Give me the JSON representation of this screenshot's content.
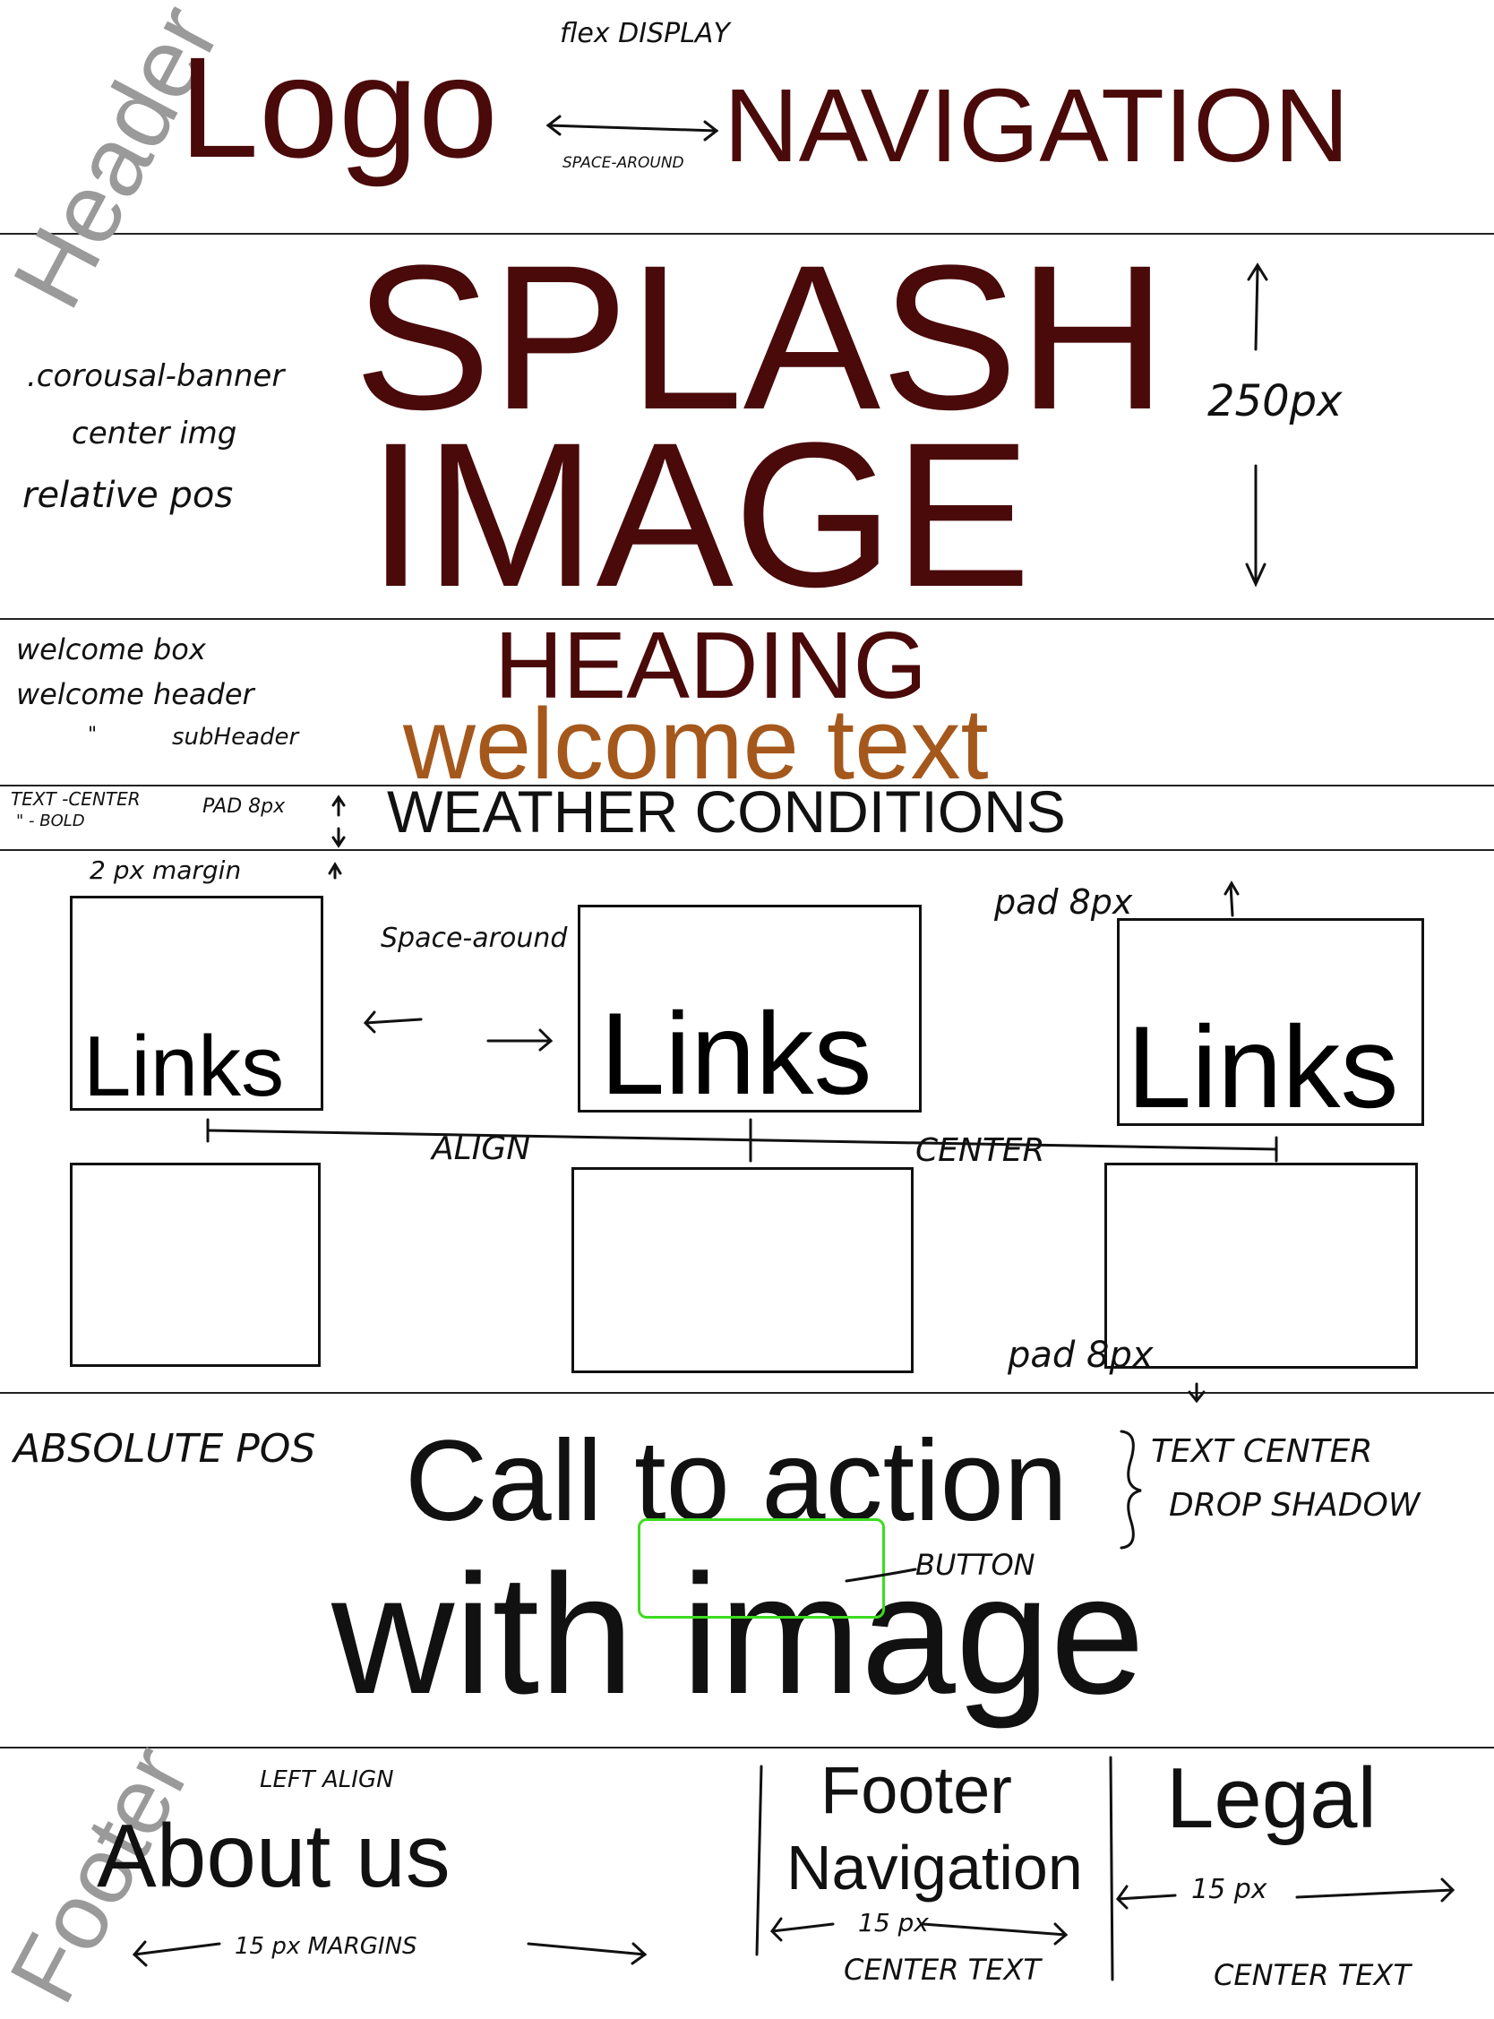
{
  "colors": {
    "maroon": "#4a0a0a",
    "brown": "#a5581c",
    "ink": "#111111",
    "button_green": "#3ddc21",
    "side_label_gray": "#9a9a9a"
  },
  "side_labels": {
    "header": "Header",
    "footer": "Footer"
  },
  "header": {
    "logo": "Logo",
    "navigation": "NAVIGATION",
    "note_flex": "flex DISPLAY",
    "note_space": "SPACE-AROUND"
  },
  "splash": {
    "line1": "SPLASH",
    "line2": "IMAGE",
    "notes": [
      ".corousal-banner",
      "center img",
      "relative pos"
    ],
    "height_note": "250px"
  },
  "welcome": {
    "heading": "HEADING",
    "text": "welcome text",
    "notes": [
      "welcome box",
      "welcome header",
      "\"",
      "subHeader"
    ]
  },
  "weather": {
    "label": "WEATHER CONDITIONS",
    "notes": [
      "TEXT -CENTER",
      "\"  - BOLD",
      "PAD 8px"
    ]
  },
  "links": {
    "labels": [
      "Links",
      "Links",
      "Links"
    ],
    "notes": {
      "margin": "2 px margin",
      "space_around": "Space-around",
      "pad_top": "pad 8px",
      "align_center_1": "ALIGN",
      "align_center_2": "CENTER",
      "pad_bottom": "pad 8px"
    }
  },
  "cta": {
    "line1": "Call to action",
    "line2": "with image",
    "notes": {
      "absolute": "ABSOLUTE POS",
      "text_center": "TEXT CENTER",
      "drop_shadow": "DROP SHADOW",
      "button": "BUTTON"
    }
  },
  "footer": {
    "about": "About us",
    "about_note": "LEFT ALIGN",
    "about_margins": "15 px MARGINS",
    "nav_line1": "Footer",
    "nav_line2": "Navigation",
    "nav_px": "15 px",
    "nav_center": "CENTER TEXT",
    "legal": "Legal",
    "legal_px": "15 px",
    "legal_center": "CENTER TEXT"
  }
}
